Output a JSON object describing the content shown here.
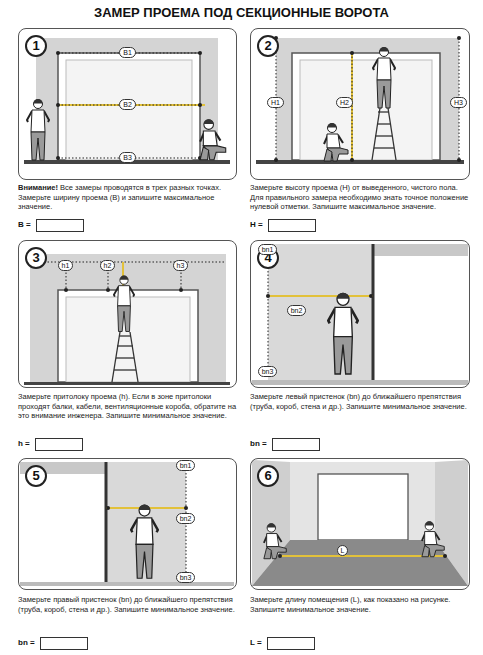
{
  "diagram": {
    "title": "ЗАМЕР ПРОЕМА ПОД СЕКЦИОННЫЕ ВОРОТА",
    "nodes": [
      {
        "text": [
          "1"
        ]
      },
      {
        "text": [
          "B1"
        ],
        "in": 0
      },
      {
        "text": [
          "B2"
        ],
        "in": 0
      },
      {
        "text": [
          "B3"
        ],
        "in": 0
      },
      {
        "text": [
          "2"
        ]
      },
      {
        "text": [
          "H1"
        ],
        "in": 4
      },
      {
        "text": [
          "H2"
        ],
        "in": 4
      },
      {
        "text": [
          "H3"
        ],
        "in": 4
      },
      {
        "text": [
          "3"
        ]
      },
      {
        "text": [
          "h1"
        ],
        "in": 8
      },
      {
        "text": [
          "h2"
        ],
        "in": 8
      },
      {
        "text": [
          "h3"
        ],
        "in": 8
      },
      {
        "text": [
          "4"
        ]
      },
      {
        "text": [
          "bn1"
        ],
        "in": 12
      },
      {
        "text": [
          "bn2"
        ],
        "in": 12
      },
      {
        "text": [
          "bn3"
        ],
        "in": 12
      },
      {
        "text": [
          "5"
        ]
      },
      {
        "text": [
          "bn1"
        ],
        "in": 16
      },
      {
        "text": [
          "bn2"
        ],
        "in": 16
      },
      {
        "text": [
          "bn3"
        ],
        "in": 16
      },
      {
        "text": [
          "6"
        ]
      },
      {
        "text": [
          "L"
        ],
        "in": 20
      }
    ],
    "labels": [
      "Внимание!",
      "Все замеры проводятся в трех разных точках. Замерьте ширину проема (B) и запишите максимальное значение.",
      "B =",
      "Замерьте высоту проема (H) от выведенного, чистого пола. Для правильного замера необходимо знать точное положение нулевой отметки. Запишите максимальное значение.",
      "H =",
      "Замерьте притолоку проема (h). Если в зоне притолоки проходят балки, кабели, вентиляционные короба, обратите на это внимание инженера. Запишите минимальное значение.",
      "h =",
      "Замерьте левый пристенок (bn) до ближайшего препятствия (труба, короб, стена и др.). Запишите минимальное значение.",
      "bn =",
      "Замерьте правый пристенок (bn) до ближайшего препятствия (труба, короб, стена и др.). Запишите минимальное значение.",
      "bn =",
      "Замерьте длину помещения (L), как показано на рисунке. Запишите минимальное значение.",
      "L ="
    ]
  }
}
